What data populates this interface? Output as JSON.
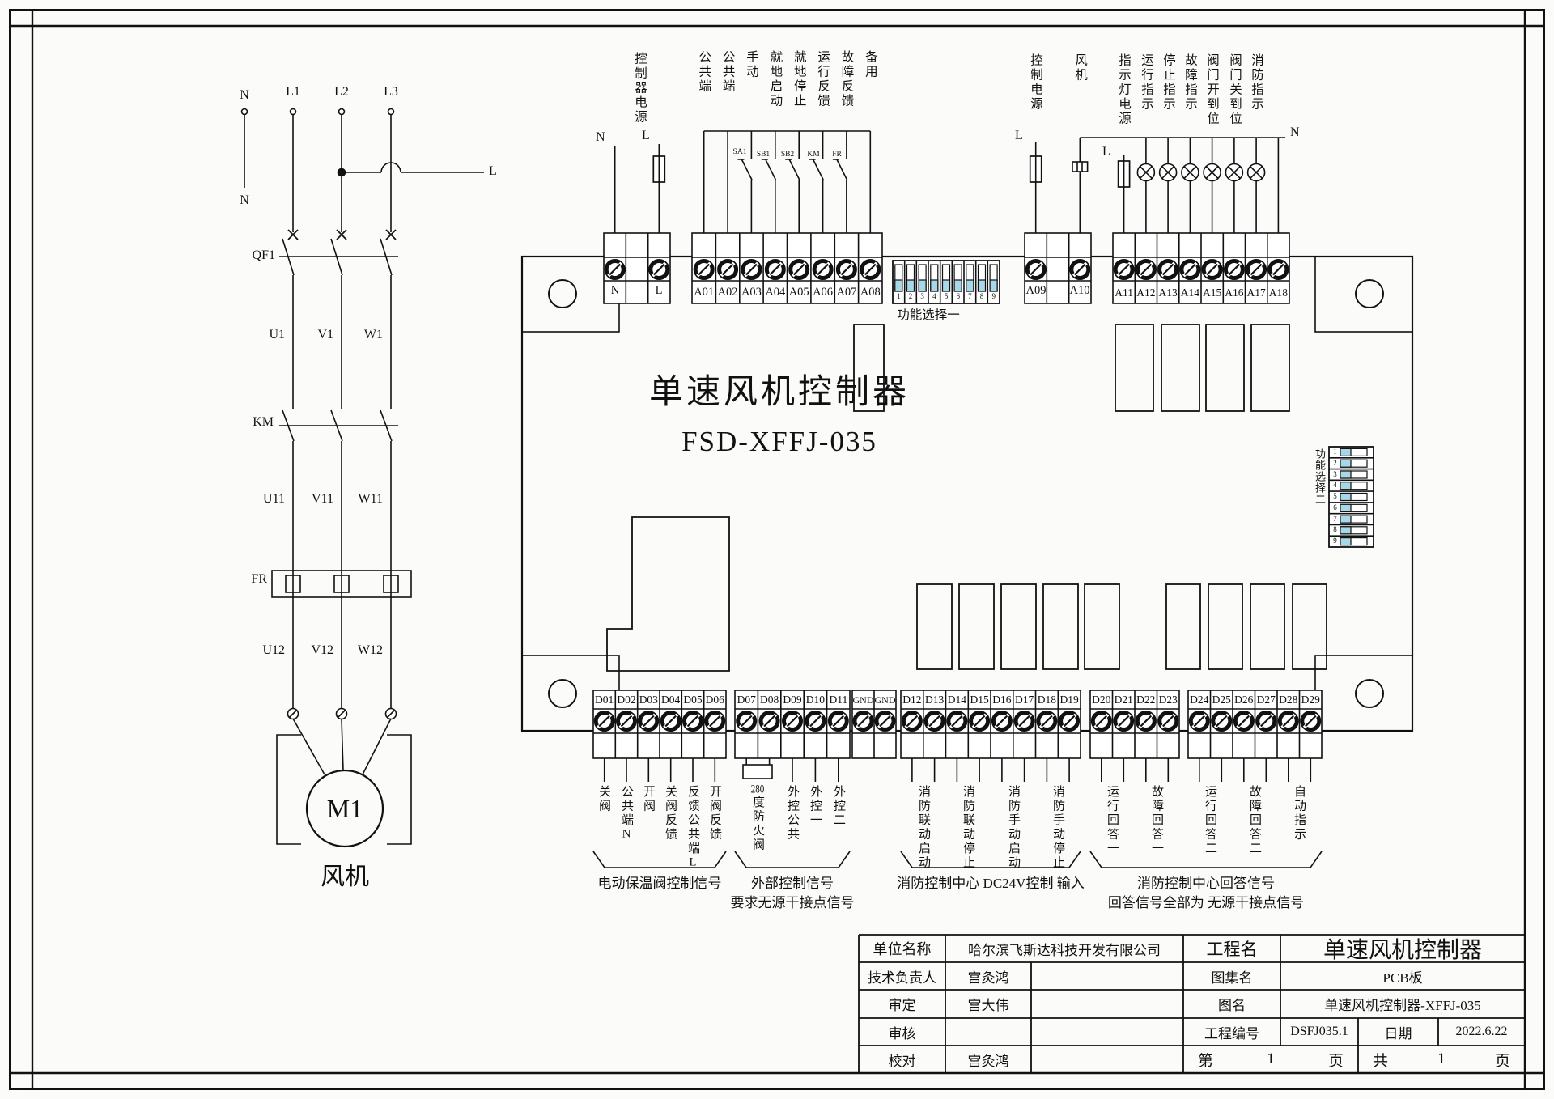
{
  "left": {
    "n_top": "N",
    "l1": "L1",
    "l2": "L2",
    "l3": "L3",
    "n_mid": "N",
    "l_branch": "L",
    "qf1": "QF1",
    "km": "KM",
    "fr": "FR",
    "u1": "U1",
    "v1": "V1",
    "w1": "W1",
    "u11": "U11",
    "v11": "V11",
    "w11": "W11",
    "u12": "U12",
    "v12": "V12",
    "w12": "W12",
    "motor": "M1",
    "motor_caption": "风机"
  },
  "top": {
    "ctrl_power": "控制器电源",
    "n": "N",
    "l": "L",
    "inputs": [
      "公共端",
      "公共端",
      "手动",
      "就地启动",
      "就地停止",
      "运行反馈",
      "故障反馈",
      "备用"
    ],
    "switches": [
      "SA1",
      "SB1",
      "SB2",
      "KM",
      "FR"
    ],
    "nl_n": "N",
    "nl_l": "L",
    "a1": [
      "A01",
      "A02",
      "A03",
      "A04",
      "A05",
      "A06",
      "A07",
      "A08"
    ],
    "a09": "A09",
    "a10": "A10",
    "a2": [
      "A11",
      "A12",
      "A13",
      "A14",
      "A15",
      "A16",
      "A17",
      "A18"
    ],
    "right": [
      "控制电源",
      "风机",
      "指示灯电源",
      "运行指示",
      "停止指示",
      "故障指示",
      "阀门开到位",
      "阀门关到位",
      "消防指示"
    ],
    "l_a09": "L",
    "l_a11": "L",
    "n_right": "N"
  },
  "board": {
    "title": "单速风机控制器",
    "model": "FSD-XFFJ-035",
    "dip1_label": "功能选择一",
    "dip2_label": "功能选择二",
    "dip_numbers": [
      "1",
      "2",
      "3",
      "4",
      "5",
      "6",
      "7",
      "8",
      "9"
    ]
  },
  "bottom": {
    "d1": [
      "D01",
      "D02",
      "D03",
      "D04",
      "D05",
      "D06"
    ],
    "d2": [
      "D07",
      "D08",
      "D09",
      "D10",
      "D11"
    ],
    "gnd": [
      "GND",
      "GND"
    ],
    "d3": [
      "D12",
      "D13",
      "D14",
      "D15",
      "D16",
      "D17",
      "D18",
      "D19"
    ],
    "d4": [
      "D20",
      "D21",
      "D22",
      "D23"
    ],
    "d5": [
      "D24",
      "D25",
      "D26",
      "D27",
      "D28",
      "D29"
    ],
    "labels_d1": [
      "关阀",
      "公共端N",
      "开阀",
      "关阀反馈",
      "反馈公共端L",
      "开阀反馈"
    ],
    "fire_num": "280",
    "fire_txt": "度防火阀",
    "labels_d2": [
      "外控公共",
      "外控一",
      "外控二"
    ],
    "labels_d3": [
      "消防联动启动",
      "消防联动停止",
      "消防手动启动",
      "消防手动停止"
    ],
    "labels_d4": [
      "运行回答一",
      "故障回答一"
    ],
    "labels_d5": [
      "运行回答二",
      "故障回答二",
      "自动指示"
    ],
    "group1": "电动保温阀控制信号",
    "group2a": "外部控制信号",
    "group2b": "要求无源干接点信号",
    "group3": "消防控制中心  DC24V控制  输入",
    "group4a": "消防控制中心回答信号",
    "group4b": "回答信号全部为  无源干接点信号"
  },
  "title_block": {
    "unit_label": "单位名称",
    "unit_value": "哈尔滨飞斯达科技开发有限公司",
    "project_label": "工程名",
    "project_value": "单速风机控制器",
    "tech_label": "技术负责人",
    "tech_value": "宫灸鸿",
    "atlas_label": "图集名",
    "atlas_value": "PCB板",
    "approve_label": "审定",
    "approve_value": "宫大伟",
    "drawing_label": "图名",
    "drawing_value": "单速风机控制器-XFFJ-035",
    "review_label": "审核",
    "review_value": "",
    "code_label": "工程编号",
    "code_value": "DSFJ035.1",
    "date_label": "日期",
    "date_value": "2022.6.22",
    "proof_label": "校对",
    "proof_value": "宫灸鸿",
    "page_prefix": "第",
    "page_num": "1",
    "page_suffix": "页",
    "total_prefix": "共",
    "total_num": "1",
    "total_suffix": "页"
  },
  "colors": {
    "line": "#111111",
    "dip_slider": "#a8d7e8"
  }
}
